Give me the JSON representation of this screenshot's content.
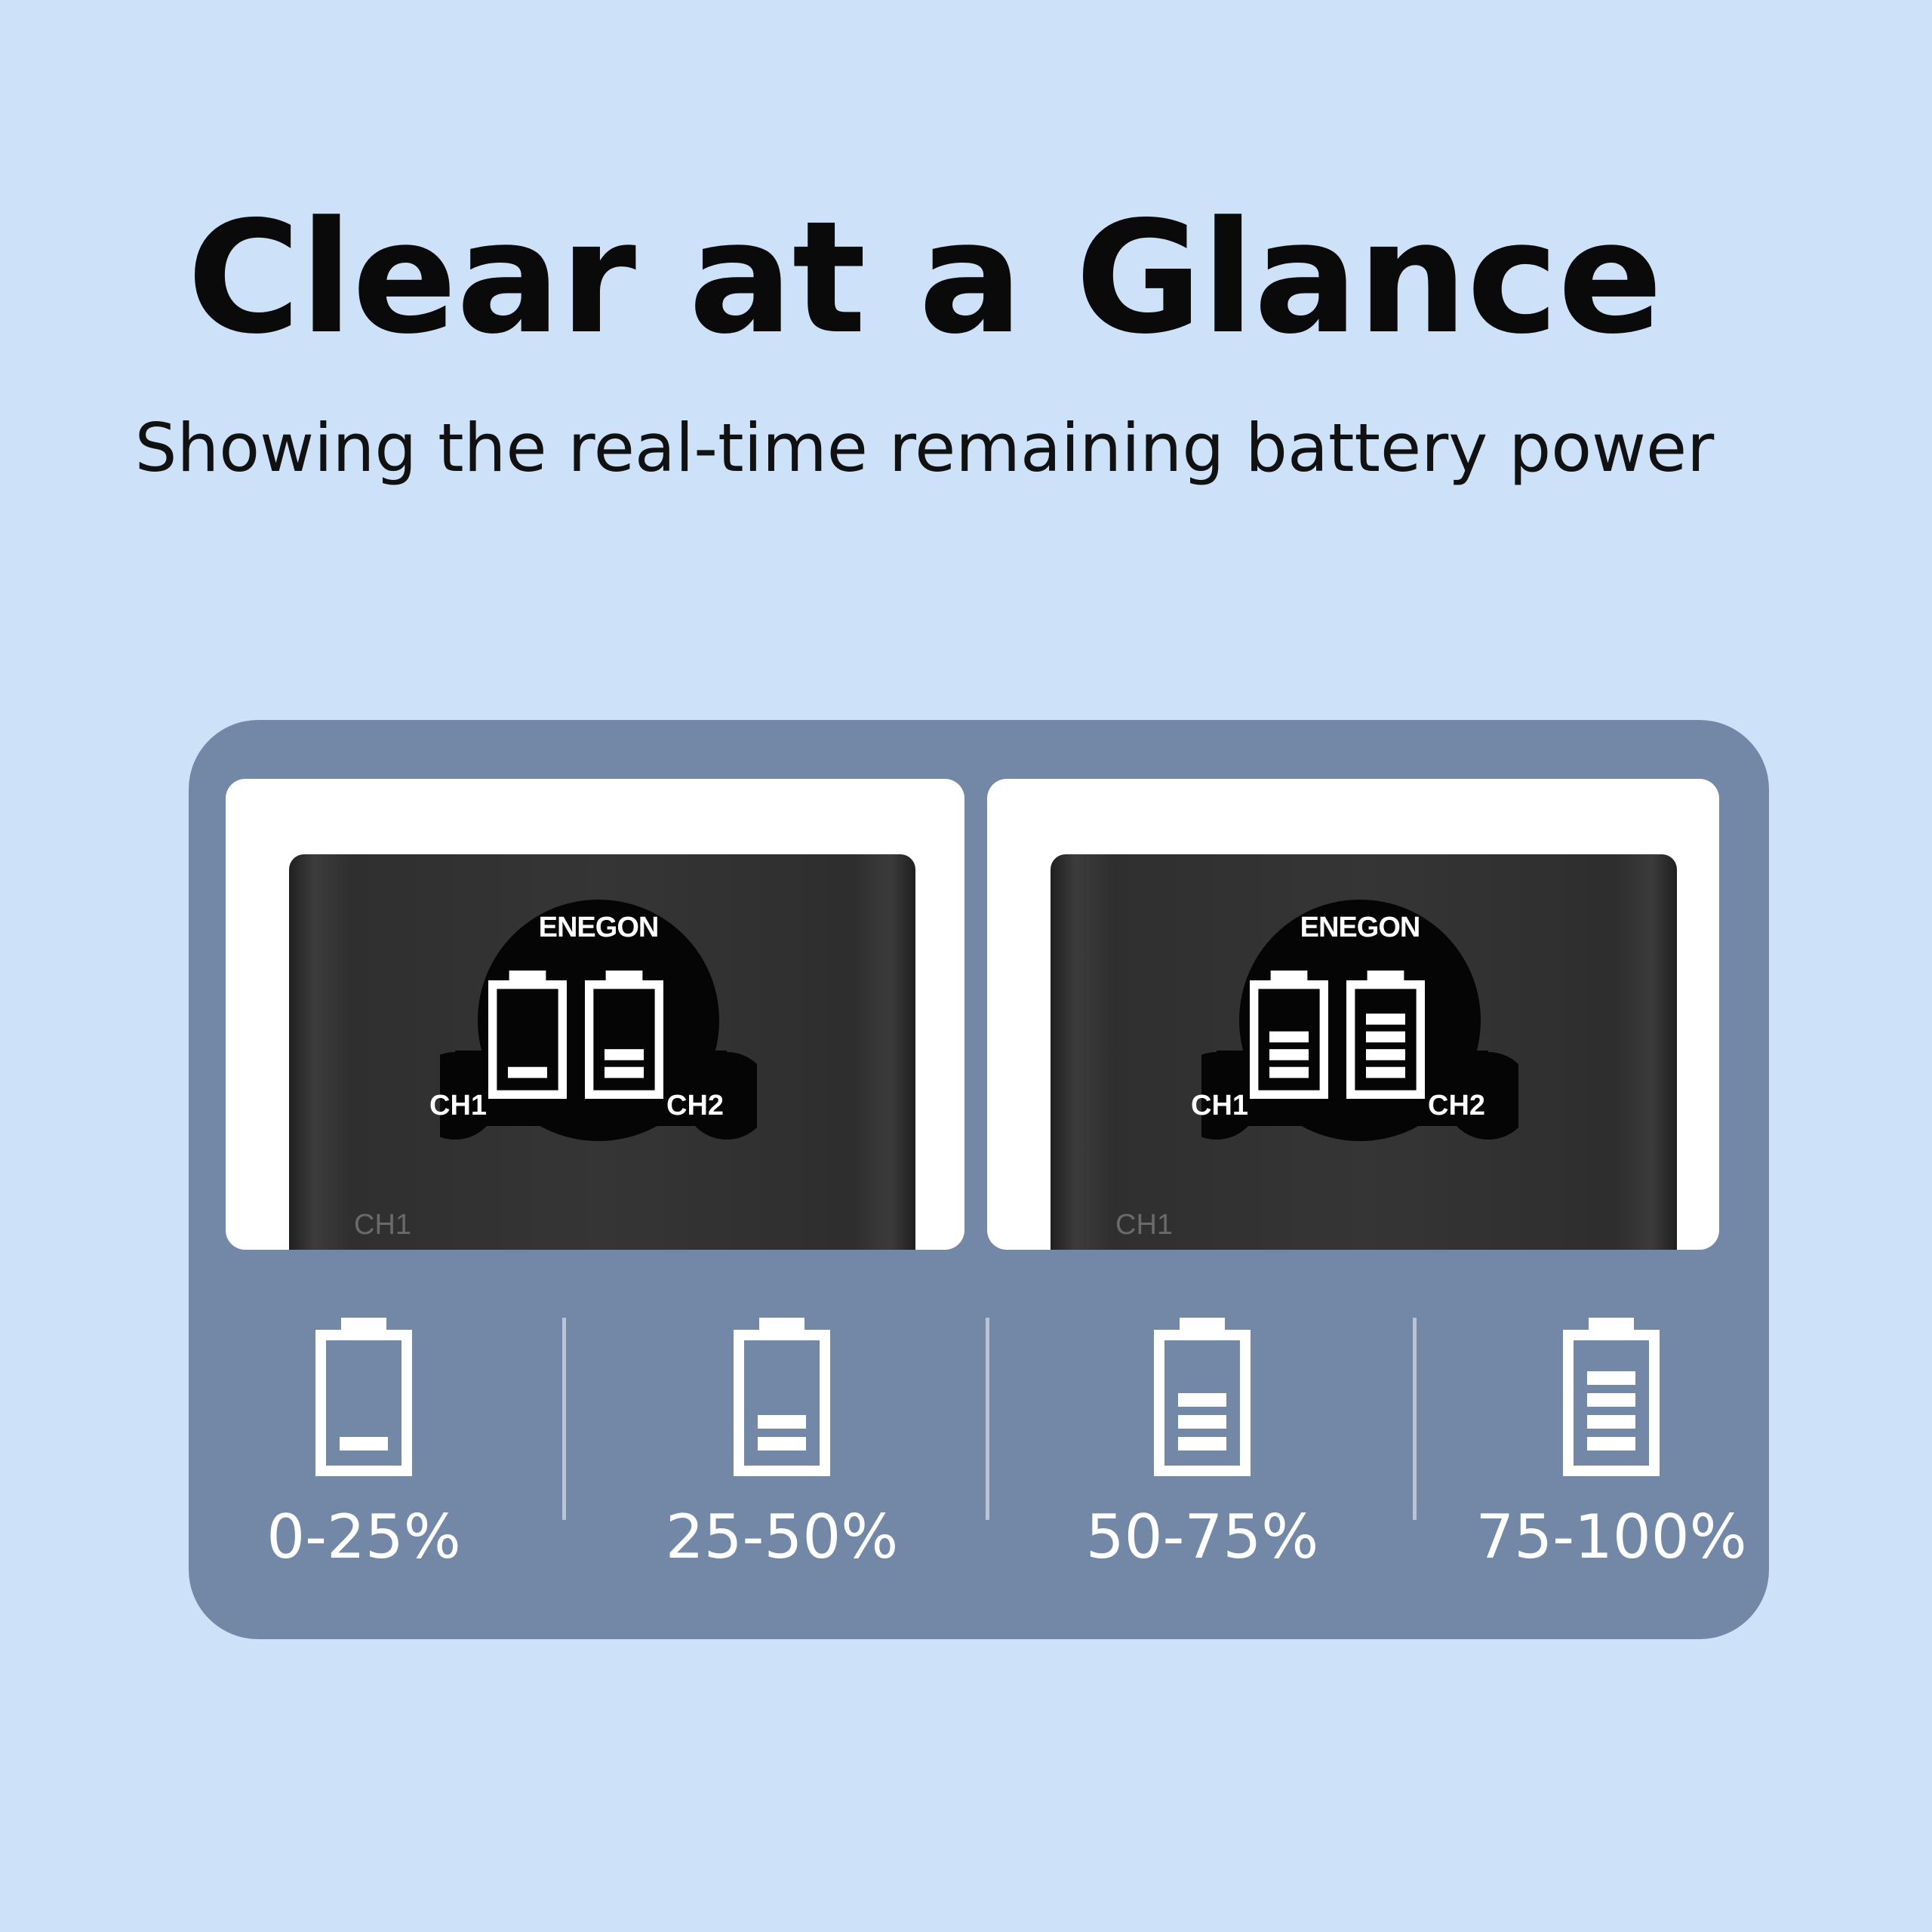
{
  "header": {
    "title": "Clear at a Glance",
    "subtitle": "Showing the real-time remaining battery power"
  },
  "photos": [
    {
      "brand": "ENEGON",
      "ch1_label": "CH1",
      "ch2_label": "CH2",
      "body_label": "CH1",
      "ch1_bars": 1,
      "ch2_bars": 2
    },
    {
      "brand": "ENEGON",
      "ch1_label": "CH1",
      "ch2_label": "CH2",
      "body_label": "CH1",
      "ch1_bars": 3,
      "ch2_bars": 4
    }
  ],
  "legend": [
    {
      "label": "0-25%",
      "bars": 1,
      "icon": "battery-level-1-icon"
    },
    {
      "label": "25-50%",
      "bars": 2,
      "icon": "battery-level-2-icon"
    },
    {
      "label": "50-75%",
      "bars": 3,
      "icon": "battery-level-3-icon"
    },
    {
      "label": "75-100%",
      "bars": 4,
      "icon": "battery-level-4-icon"
    }
  ],
  "colors": {
    "background": "#cde2f8",
    "panel": "#7388a6",
    "icon": "#ffffff"
  }
}
